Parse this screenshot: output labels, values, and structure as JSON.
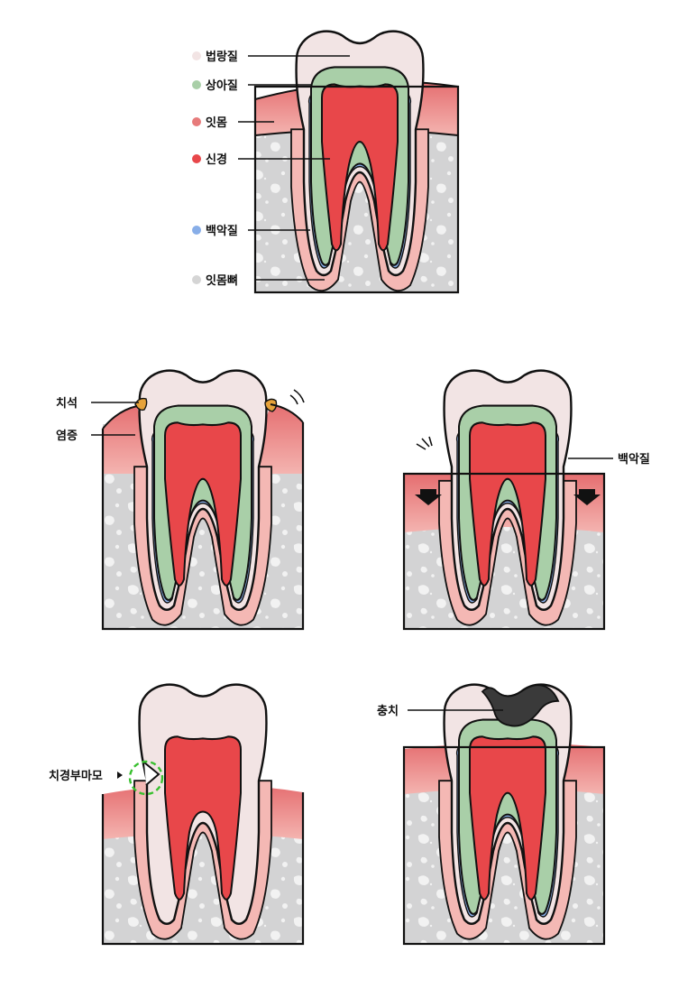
{
  "legend": {
    "enamel": {
      "label": "법랑질",
      "color": "#f2e4e4"
    },
    "dentin": {
      "label": "상아질",
      "color": "#a9cfa8"
    },
    "gum": {
      "label": "잇몸",
      "color": "#e77b7b"
    },
    "nerve": {
      "label": "신경",
      "color": "#e8474a"
    },
    "cementum": {
      "label": "백악질",
      "color": "#88aee8"
    },
    "bone": {
      "label": "잇몸뼈",
      "color": "#d5d5d5"
    }
  },
  "panels": {
    "tartar": {
      "calculus": "치석",
      "inflammation": "염증"
    },
    "recession": {
      "cementum": "백악질"
    },
    "abrasion": {
      "label": "치경부마모"
    },
    "caries": {
      "label": "충치"
    }
  }
}
